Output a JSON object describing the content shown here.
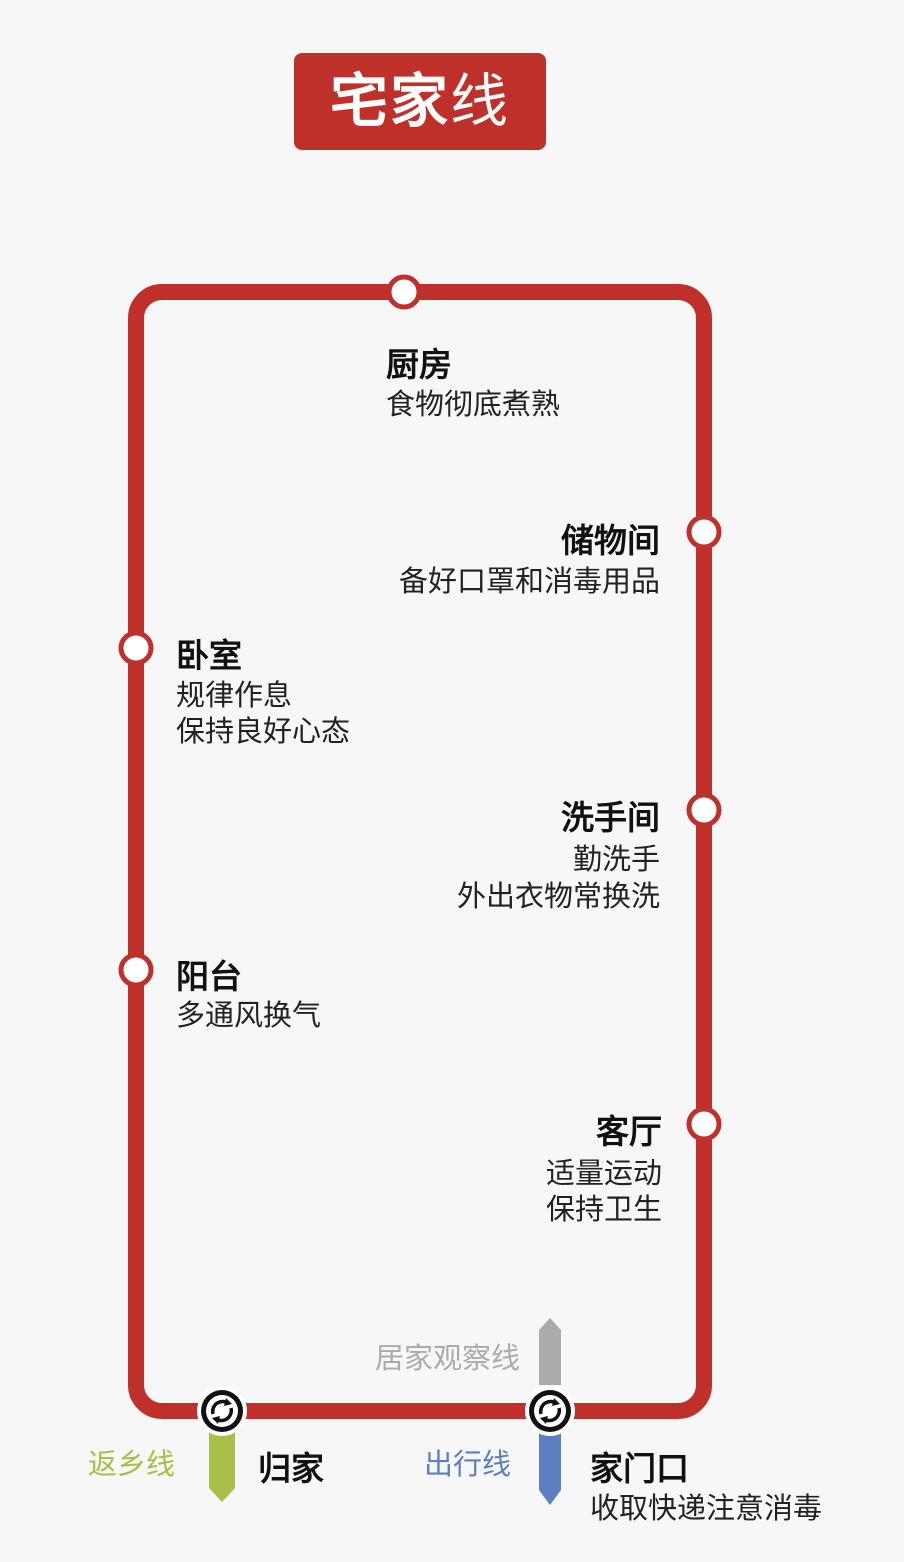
{
  "title": {
    "bold": "宅家",
    "light": "线"
  },
  "stations": [
    {
      "name": "厨房",
      "lines": [
        "食物彻底煮熟"
      ]
    },
    {
      "name": "储物间",
      "lines": [
        "备好口罩和消毒用品"
      ]
    },
    {
      "name": "卧室",
      "lines": [
        "规律作息",
        "保持良好心态"
      ]
    },
    {
      "name": "洗手间",
      "lines": [
        "勤洗手",
        "外出衣物常换洗"
      ]
    },
    {
      "name": "阳台",
      "lines": [
        "多通风换气"
      ]
    },
    {
      "name": "客厅",
      "lines": [
        "适量运动",
        "保持卫生"
      ]
    }
  ],
  "interchanges": [
    {
      "name": "归家",
      "line": "返乡线",
      "line_color": "#a8c04a"
    },
    {
      "name": "家门口",
      "line": "出行线",
      "line_color": "#5b7fc1",
      "note": "收取快递注意消毒",
      "branch": "居家观察线",
      "branch_color": "#a9abad"
    }
  ],
  "colors": {
    "main_line": "#c0302b"
  }
}
